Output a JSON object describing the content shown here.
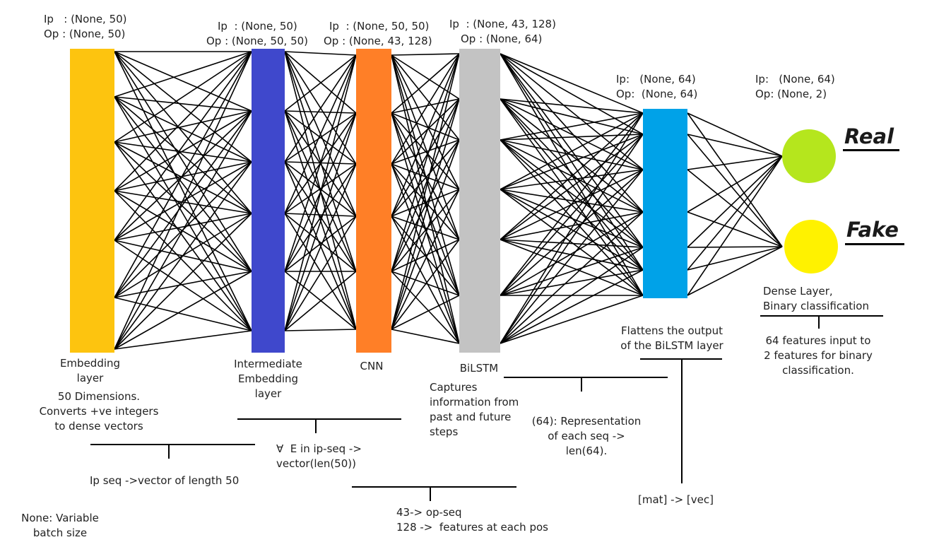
{
  "layers": [
    {
      "id": "embedding",
      "ip": "Ip   : (None, 50)",
      "op": "Op : (None, 50)",
      "label": "Embedding\nlayer",
      "color": "#FDC40F"
    },
    {
      "id": "intermediate",
      "ip": "Ip  : (None, 50)",
      "op": "Op : (None, 50, 50)",
      "label": "Intermediate\nEmbedding\nlayer",
      "color": "#3F48CC"
    },
    {
      "id": "cnn",
      "ip": "Ip  : (None, 50, 50)",
      "op": "Op : (None, 43, 128)",
      "label": "CNN",
      "color": "#FF7F27"
    },
    {
      "id": "bilstm",
      "ip": "Ip  : (None, 43, 128)",
      "op": "Op : (None, 64)",
      "label": "BiLSTM",
      "color": "#C3C3C3"
    },
    {
      "id": "flatten",
      "ip": "Ip:   (None, 64)",
      "op": "Op:  (None, 64)",
      "label": "Flattens the output\nof the BiLSTM layer",
      "color": "#00A2E8"
    },
    {
      "id": "dense",
      "ip": "Ip:   (None, 64)",
      "op": "Op: (None, 2)",
      "label": "Dense Layer,\nBinary classification"
    }
  ],
  "outputs": [
    {
      "label": "Real",
      "color": "#B5E61D"
    },
    {
      "label": "Fake",
      "color": "#FFF200"
    }
  ],
  "notes": {
    "embedding_desc": "50 Dimensions.\nConverts +ve integers\nto dense vectors",
    "ip_seq": "Ip seq ->vector of length 50",
    "none_note": "None: Variable\nbatch size",
    "forall": "∀  E in ip-seq ->\nvector(len(50))",
    "cnn_op": "43-> op-seq\n128 ->  features at each pos",
    "bilstm_desc": "Captures\ninformation from\npast and future\nsteps",
    "repr": "(64): Representation\nof each seq ->\nlen(64).",
    "mat_vec": "[mat] -> [vec]",
    "dense_desc": "64 features input to\n2 features for binary\nclassification."
  }
}
